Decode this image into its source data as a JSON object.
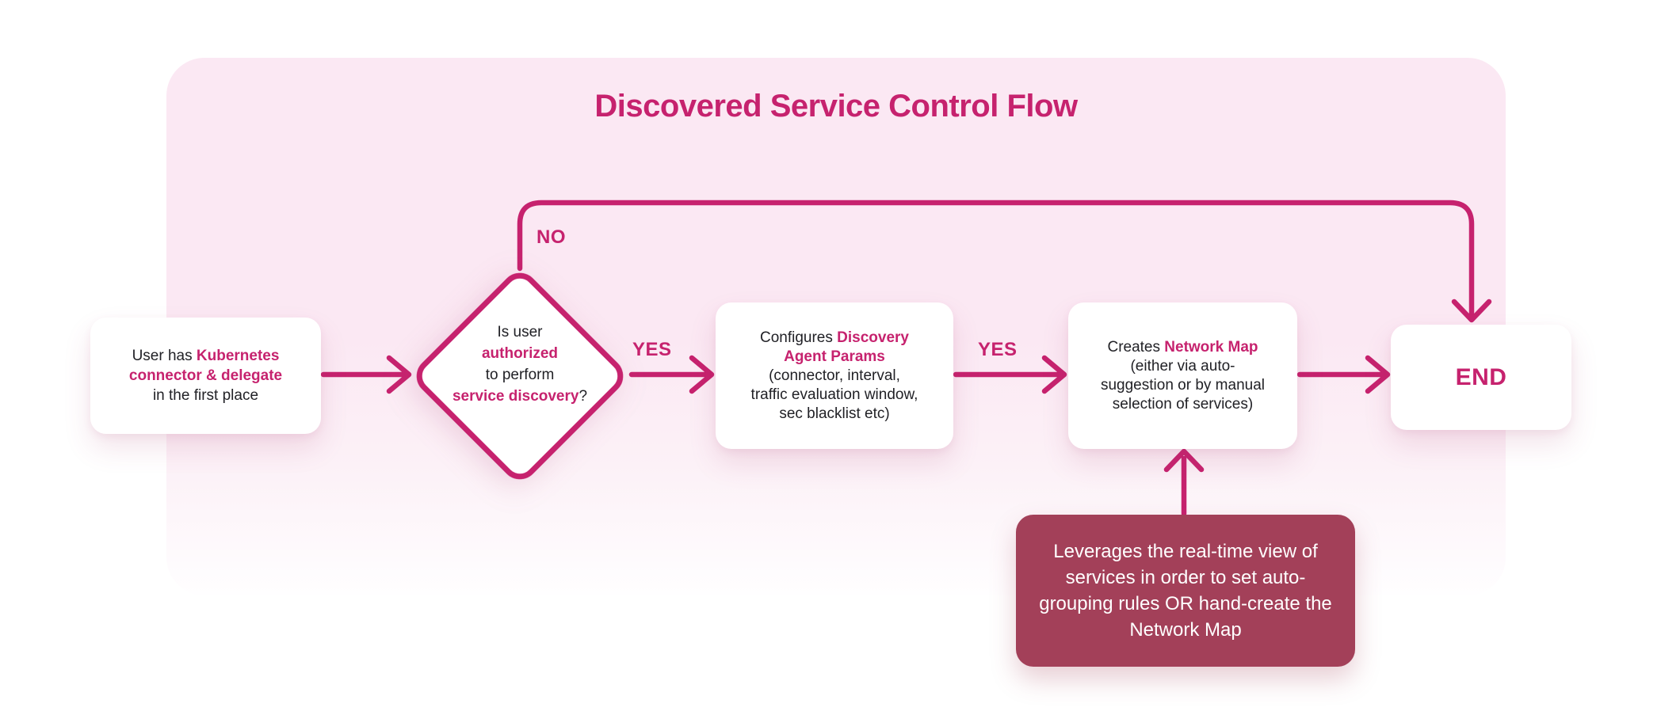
{
  "diagram": {
    "title": "Discovered Service Control Flow",
    "labels": {
      "no": "NO",
      "yes_first": "YES",
      "yes_second": "YES"
    },
    "nodes": {
      "start": {
        "l1a": "User has ",
        "l1b": "Kubernetes",
        "l2b": "connector & delegate",
        "l3a": "in the first place"
      },
      "decision": {
        "l1": "Is user",
        "l2b": "authorized",
        "l3": "to perform",
        "l4b": "service discovery",
        "l4c": "?"
      },
      "configure": {
        "l1a": "Configures ",
        "l1b": "Discovery",
        "l2b": "Agent Params",
        "l3": "(connector, interval,",
        "l4": "traffic evaluation window,",
        "l5": "sec blacklist etc)"
      },
      "create": {
        "l1a": "Creates ",
        "l1b": "Network Map",
        "l2": "(either via auto-",
        "l3": "suggestion or by manual",
        "l4": "selection of services)"
      },
      "end": {
        "label": "END"
      },
      "note": {
        "text": "Leverages the real-time view of services in order to set auto-grouping rules OR hand-create the Network Map"
      }
    },
    "colors": {
      "accent": "#C6226E",
      "container_background_top": "#FBE8F3",
      "container_background_bottom": "#FFFEFF",
      "note_background": "#A34059",
      "node_background": "#FFFFFF",
      "dark_text": "#212126"
    }
  }
}
